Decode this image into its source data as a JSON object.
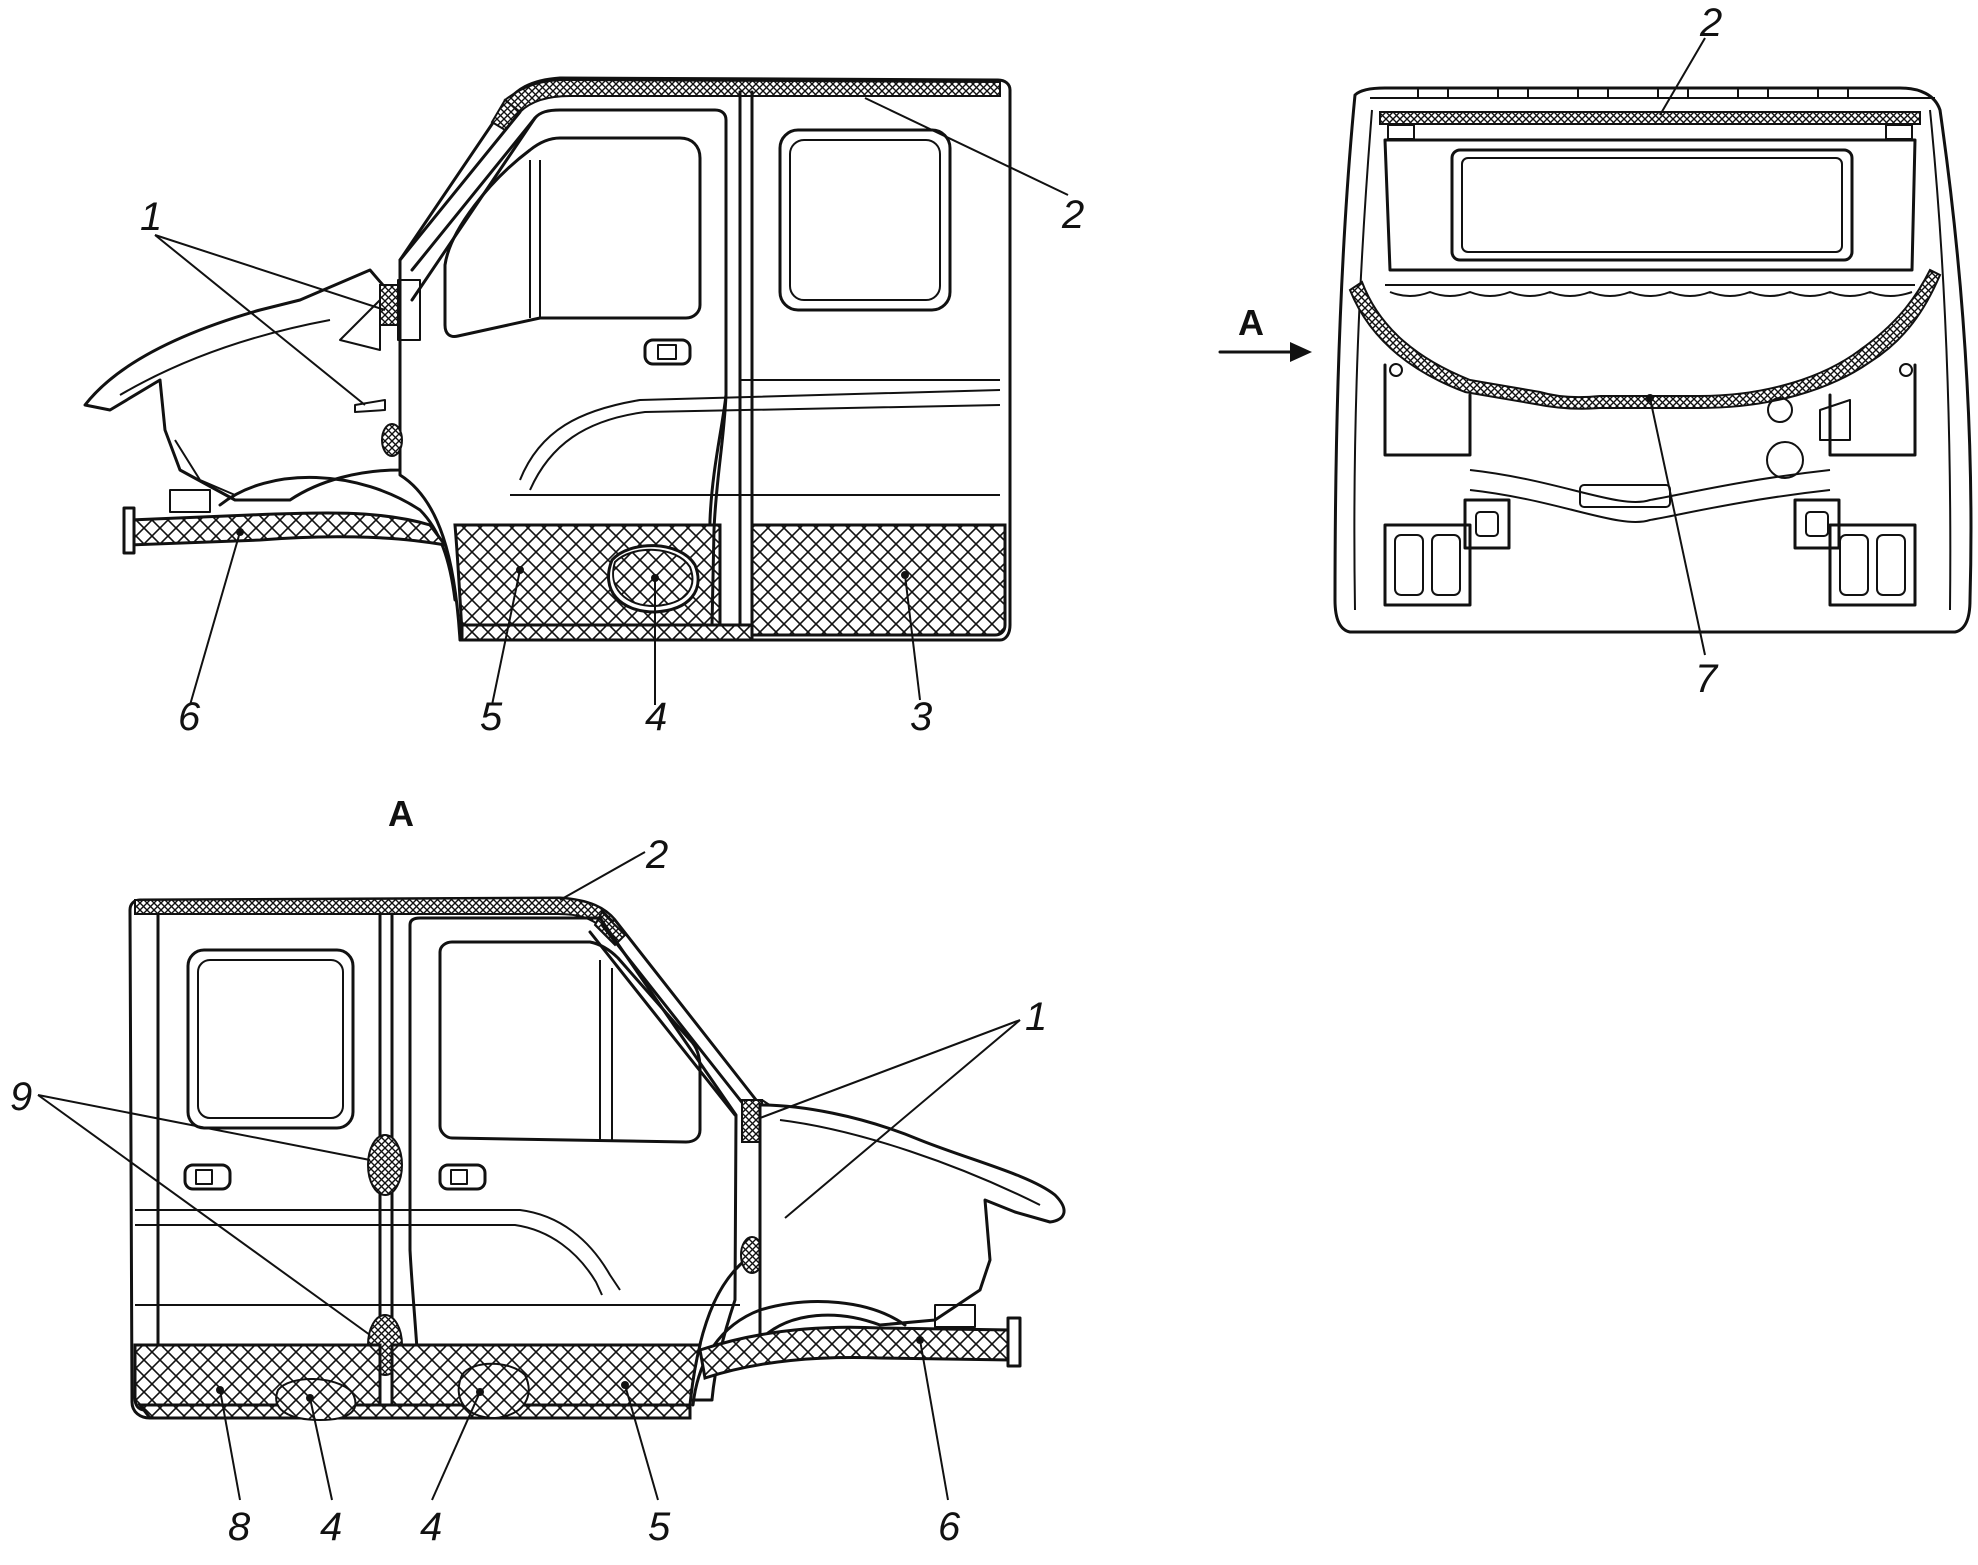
{
  "view_label": "A",
  "view_arrow_label": "A",
  "callouts": {
    "c1": "1",
    "c2": "2",
    "c3": "3",
    "c4": "4",
    "c5": "5",
    "c6": "6",
    "c7": "7",
    "c8": "8",
    "c9": "9"
  },
  "colors": {
    "ink": "#111111",
    "paper": "#ffffff"
  }
}
